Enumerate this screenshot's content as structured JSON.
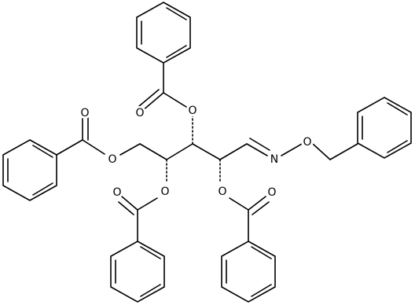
{
  "molecule": {
    "atoms": [
      {
        "id": "o_c2_ring",
        "label": "O"
      },
      {
        "id": "o_c2_carbonyl",
        "label": "O"
      },
      {
        "id": "o_c3_ring",
        "label": "O"
      },
      {
        "id": "o_c3_carbonyl",
        "label": "O"
      },
      {
        "id": "o_c5_ester",
        "label": "O"
      },
      {
        "id": "o_c5_carbonyl",
        "label": "O"
      },
      {
        "id": "o_c4_ring",
        "label": "O"
      },
      {
        "id": "o_c4_carbonyl",
        "label": "O"
      },
      {
        "id": "n_oxime",
        "label": "N"
      },
      {
        "id": "o_oxime",
        "label": "O"
      }
    ]
  }
}
